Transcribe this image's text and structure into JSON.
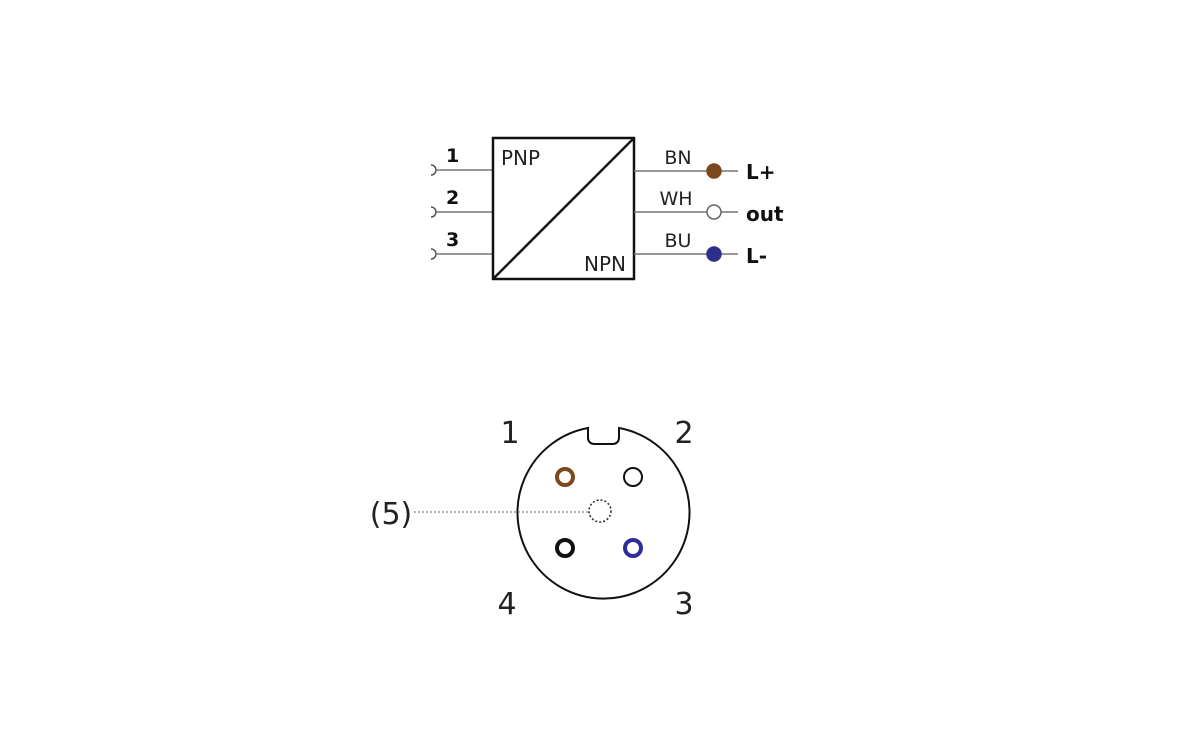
{
  "wiring_diagram": {
    "box": {
      "top_left_label": "PNP",
      "bottom_right_label": "NPN"
    },
    "input_pins": [
      {
        "number": "1"
      },
      {
        "number": "2"
      },
      {
        "number": "3"
      }
    ],
    "outputs": [
      {
        "wire_code": "BN",
        "signal": "L+",
        "color": "#7a4a1e",
        "filled": true
      },
      {
        "wire_code": "WH",
        "signal": "out",
        "color": "#ffffff",
        "filled": false
      },
      {
        "wire_code": "BU",
        "signal": "L-",
        "color": "#2e2e8c",
        "filled": true
      }
    ]
  },
  "connector_diagram": {
    "pin_labels": {
      "pin1": "1",
      "pin2": "2",
      "pin3": "3",
      "pin4": "4",
      "pin5": "(5)"
    },
    "pin_colors": {
      "pin1": "#7a4a1e",
      "pin2": "#111111",
      "pin3": "#2e2e9a",
      "pin4": "#111111"
    }
  }
}
